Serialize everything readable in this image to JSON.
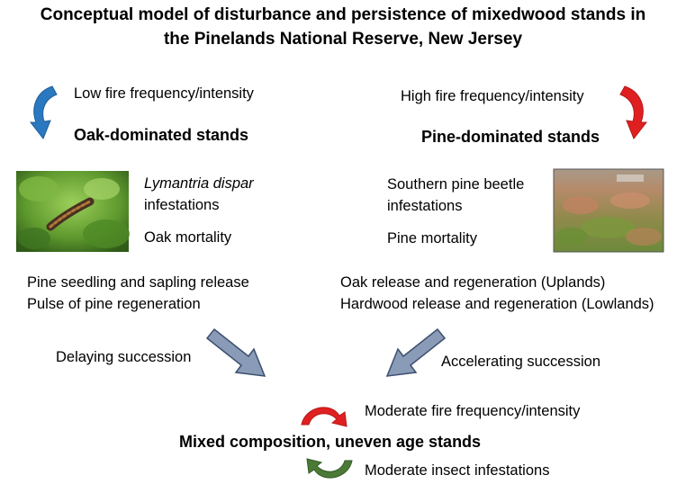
{
  "title": {
    "line1": "Conceptual model of disturbance and persistence of mixedwood stands in",
    "line2": "the Pinelands National Reserve, New Jersey"
  },
  "left": {
    "fire": "Low fire frequency/intensity",
    "stands": "Oak-dominated stands",
    "species": "Lymantria dispar",
    "infestation": "infestations",
    "mortality": "Oak mortality",
    "release1": "Pine seedling and sapling release",
    "release2": "Pulse of pine regeneration",
    "succession": "Delaying succession"
  },
  "right": {
    "fire": "High fire frequency/intensity",
    "stands": "Pine-dominated stands",
    "infestation1": "Southern pine beetle",
    "infestation2": "infestations",
    "mortality": "Pine mortality",
    "release1": "Oak release and regeneration (Uplands)",
    "release2": "Hardwood release and regeneration (Lowlands)",
    "succession": "Accelerating succession"
  },
  "bottom": {
    "fire": "Moderate fire frequency/intensity",
    "stands": "Mixed composition, uneven age stands",
    "insects": "Moderate insect infestations"
  },
  "colors": {
    "blue_cycle": "#2a78c0",
    "red_cycle": "#e02020",
    "green_cycle": "#4a7a35",
    "arrow_fill": "#8a9bb8",
    "arrow_stroke": "#3d4f6e"
  },
  "icons": {
    "left_cycle": "blue-cycle-arrow-icon",
    "right_cycle": "red-cycle-arrow-icon",
    "bottom_fire_cycle": "red-cycle-arrow-icon",
    "bottom_insect_cycle": "green-cycle-arrow-icon",
    "left_photo": "caterpillar-photo",
    "right_photo": "forest-aerial-photo"
  }
}
